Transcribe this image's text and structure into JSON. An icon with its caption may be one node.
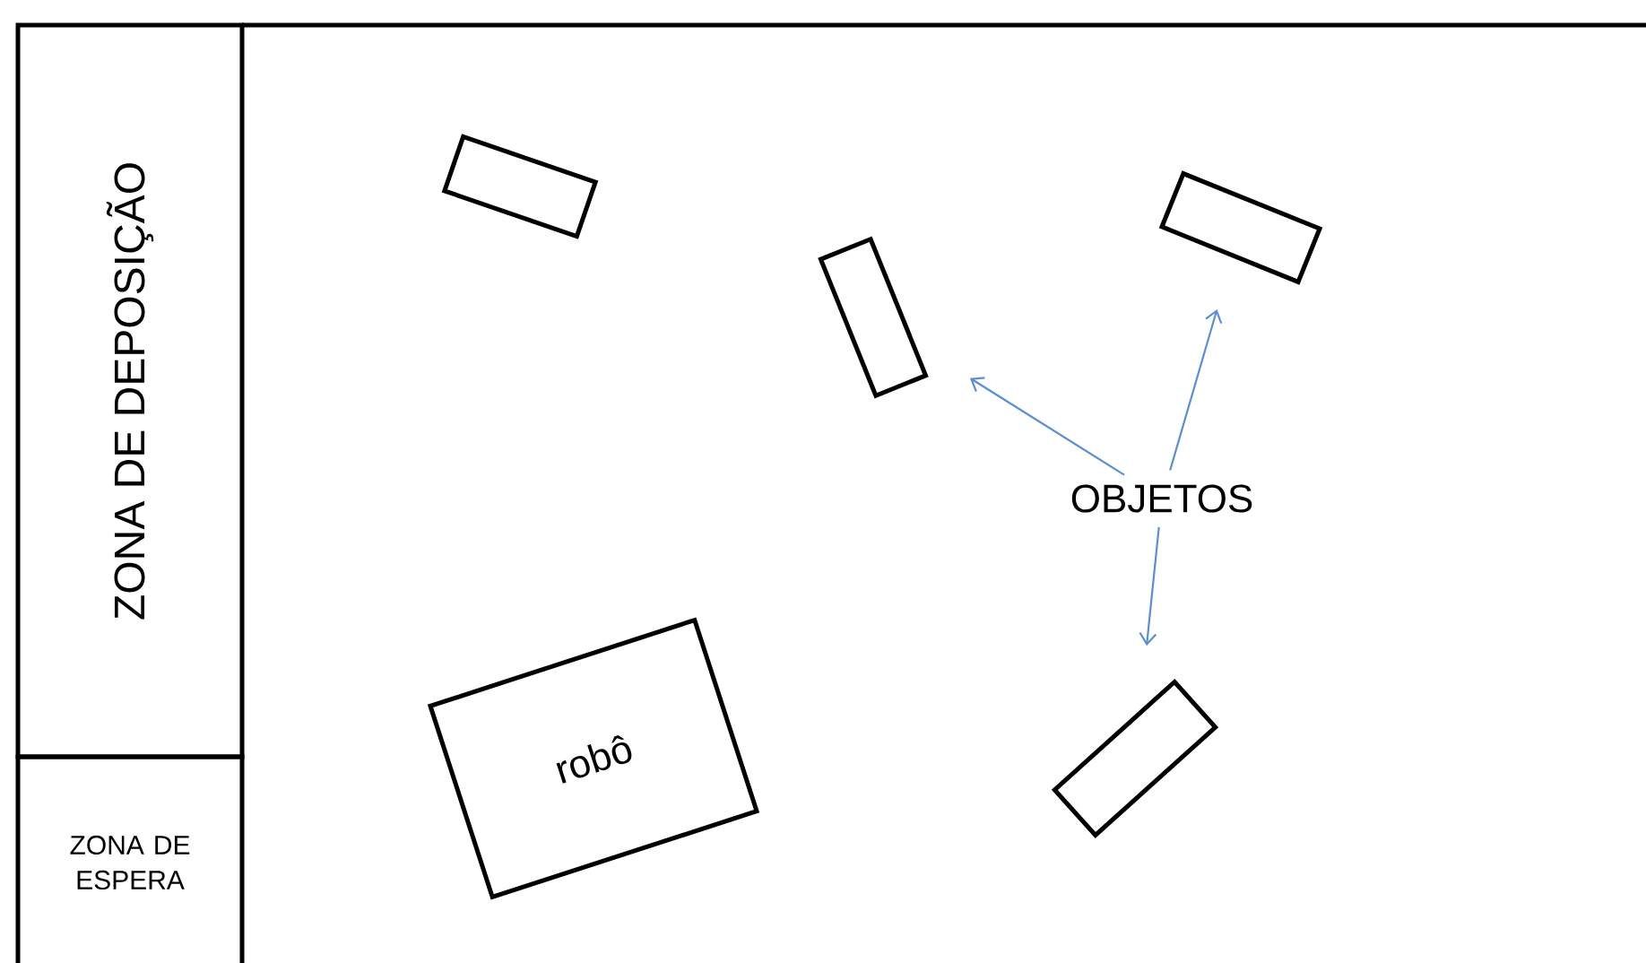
{
  "diagram": {
    "nodes": [
      {
        "text": [
          "ZONA DE DEPOSIÇÃO"
        ]
      },
      {
        "text": [
          "ZONA DE ESPERA"
        ]
      },
      {
        "text": [
          "robô"
        ]
      },
      {
        "text": [],
        "shape": "box"
      },
      {
        "text": [],
        "shape": "box"
      },
      {
        "text": [],
        "shape": "box"
      },
      {
        "text": [],
        "shape": "box"
      },
      {
        "text": [
          "OBJETOS"
        ]
      }
    ],
    "edges": [
      {
        "from": 7,
        "to": 4,
        "arrow": "to"
      },
      {
        "from": 7,
        "to": 5,
        "arrow": "to"
      },
      {
        "from": 7,
        "to": 6,
        "arrow": "to"
      }
    ]
  }
}
